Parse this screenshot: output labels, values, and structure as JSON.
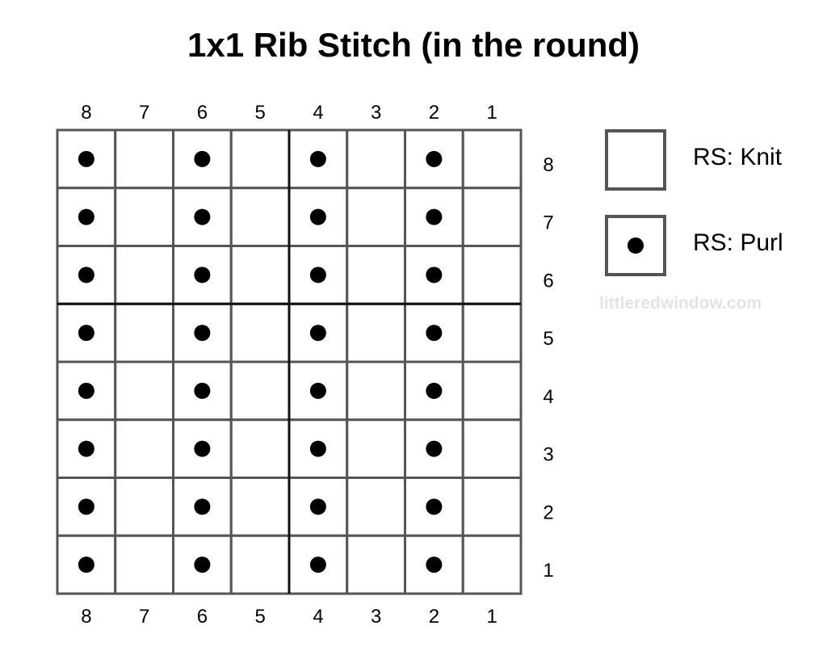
{
  "title": "1x1 Rib Stitch (in the round)",
  "chart_data": {
    "type": "table",
    "title": "1x1 Rib Stitch (in the round)",
    "columns_labels": [
      "8",
      "7",
      "6",
      "5",
      "4",
      "3",
      "2",
      "1"
    ],
    "rows_labels": [
      "8",
      "7",
      "6",
      "5",
      "4",
      "3",
      "2",
      "1"
    ],
    "grid": [
      [
        "purl",
        "knit",
        "purl",
        "knit",
        "purl",
        "knit",
        "purl",
        "knit"
      ],
      [
        "purl",
        "knit",
        "purl",
        "knit",
        "purl",
        "knit",
        "purl",
        "knit"
      ],
      [
        "purl",
        "knit",
        "purl",
        "knit",
        "purl",
        "knit",
        "purl",
        "knit"
      ],
      [
        "purl",
        "knit",
        "purl",
        "knit",
        "purl",
        "knit",
        "purl",
        "knit"
      ],
      [
        "purl",
        "knit",
        "purl",
        "knit",
        "purl",
        "knit",
        "purl",
        "knit"
      ],
      [
        "purl",
        "knit",
        "purl",
        "knit",
        "purl",
        "knit",
        "purl",
        "knit"
      ],
      [
        "purl",
        "knit",
        "purl",
        "knit",
        "purl",
        "knit",
        "purl",
        "knit"
      ],
      [
        "purl",
        "knit",
        "purl",
        "knit",
        "purl",
        "knit",
        "purl",
        "knit"
      ]
    ],
    "repeat_divider_after_column": 3,
    "repeat_divider_after_row": 3
  },
  "legend": [
    {
      "symbol": "knit",
      "label": "RS: Knit"
    },
    {
      "symbol": "purl",
      "label": "RS: Purl"
    }
  ],
  "watermark": "littleredwindow.com",
  "colors": {
    "cell_border": "#555555",
    "divider": "#111111",
    "dot": "#000000",
    "watermark": "#e3e3e3"
  }
}
